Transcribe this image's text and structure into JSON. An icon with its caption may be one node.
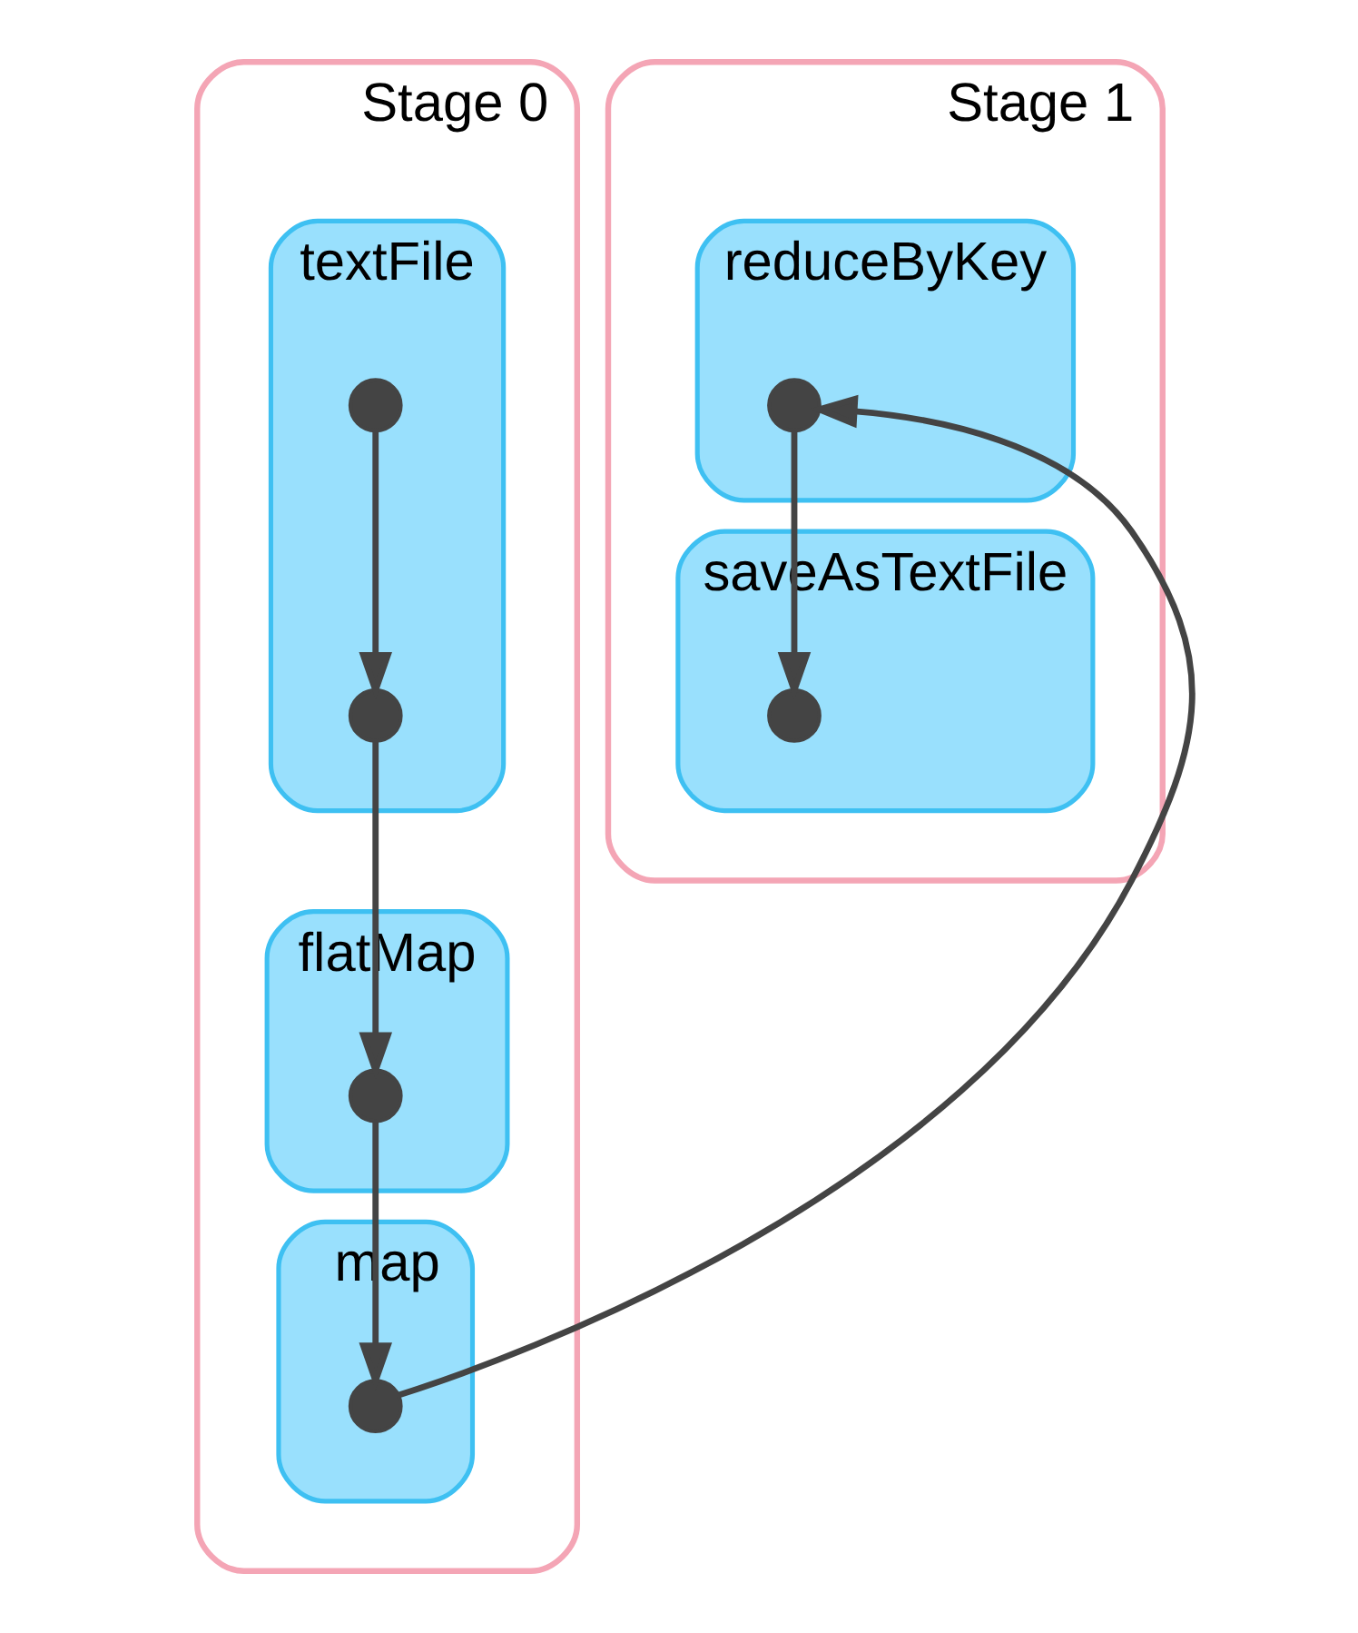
{
  "diagram": {
    "nodes": [
      {
        "text": [
          "Stage 0"
        ]
      },
      {
        "text": [
          "textFile"
        ],
        "in": 0
      },
      {
        "text": [
          "flatMap"
        ],
        "in": 0
      },
      {
        "text": [
          "map"
        ],
        "in": 0
      },
      {
        "text": [
          "Stage 1"
        ]
      },
      {
        "text": [
          "reduceByKey"
        ],
        "in": 4
      },
      {
        "text": [
          "saveAsTextFile"
        ],
        "in": 4
      },
      {
        "text": [],
        "shape": "circle",
        "in": 1
      },
      {
        "text": [],
        "shape": "circle",
        "in": 1
      },
      {
        "text": [],
        "shape": "circle",
        "in": 2
      },
      {
        "text": [],
        "shape": "circle",
        "in": 3
      },
      {
        "text": [],
        "shape": "circle",
        "in": 5
      },
      {
        "text": [],
        "shape": "circle",
        "in": 6
      }
    ],
    "edges": [
      {
        "from": 7,
        "to": 8,
        "arrow": "to"
      },
      {
        "from": 8,
        "to": 9,
        "arrow": "to"
      },
      {
        "from": 9,
        "to": 10,
        "arrow": "to"
      },
      {
        "from": 10,
        "to": 11,
        "arrow": "to"
      },
      {
        "from": 11,
        "to": 12,
        "arrow": "to"
      }
    ]
  }
}
